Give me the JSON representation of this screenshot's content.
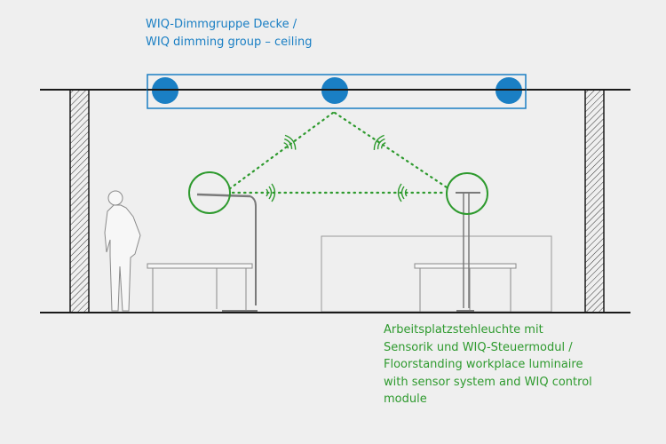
{
  "captions": {
    "ceiling_group": {
      "lines": [
        "WIQ-Dimmgruppe Decke /",
        "WIQ dimming group – ceiling"
      ]
    },
    "floor_luminaire": {
      "lines": [
        "Arbeitsplatzstehleuchte mit",
        "Sensorik und WIQ-Steuermodul /",
        "Floorstanding workplace luminaire",
        "with sensor system and WIQ control",
        "module"
      ]
    }
  },
  "colors": {
    "ceiling_group": "#1a7fc4",
    "luminaire_highlight": "#2e9a2e",
    "structure": "#1a1a1a",
    "furniture": "#8a8a8a",
    "background": "#efefef"
  },
  "ceiling_luminaires": [
    {
      "icon": "ceiling-luminaire-icon"
    },
    {
      "icon": "ceiling-luminaire-icon"
    },
    {
      "icon": "ceiling-luminaire-icon"
    }
  ],
  "links": [
    {
      "from": "ceiling-center",
      "to": "floor-luminaire-left",
      "style": "dotted-wireless"
    },
    {
      "from": "ceiling-center",
      "to": "floor-luminaire-right",
      "style": "dotted-wireless"
    },
    {
      "from": "floor-luminaire-left",
      "to": "floor-luminaire-right",
      "style": "dotted-wireless"
    }
  ]
}
